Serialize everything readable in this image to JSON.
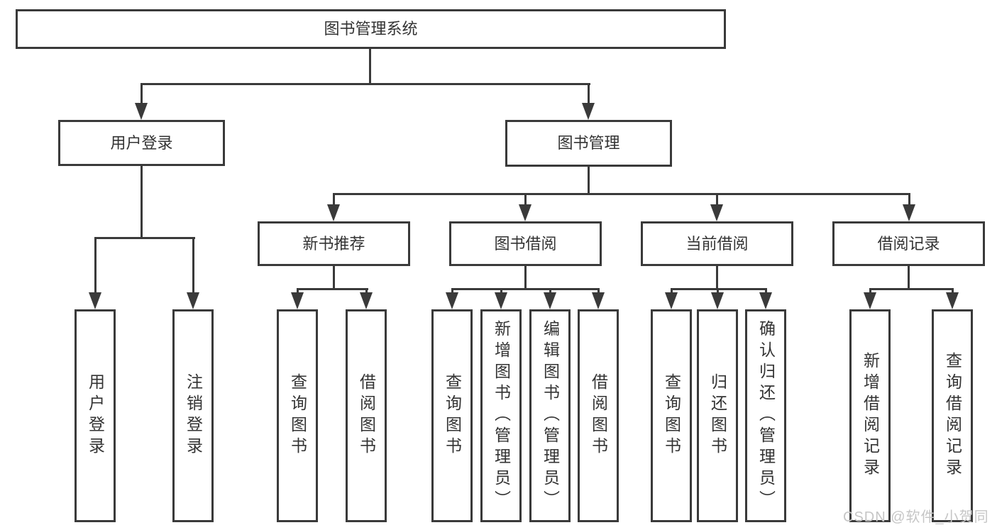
{
  "diagram": {
    "root": {
      "label": "图书管理系统",
      "children": [
        {
          "label": "用户登录",
          "children": [
            {
              "label": "用户登录"
            },
            {
              "label": "注销登录"
            }
          ]
        },
        {
          "label": "图书管理",
          "children": [
            {
              "label": "新书推荐",
              "children": [
                {
                  "label": "查询图书"
                },
                {
                  "label": "借阅图书"
                }
              ]
            },
            {
              "label": "图书借阅",
              "children": [
                {
                  "label": "查询图书"
                },
                {
                  "label": "新增图书（管理员）"
                },
                {
                  "label": "编辑图书（管理员）"
                },
                {
                  "label": "借阅图书"
                }
              ]
            },
            {
              "label": "当前借阅",
              "children": [
                {
                  "label": "查询图书"
                },
                {
                  "label": "归还图书"
                },
                {
                  "label": "确认归还（管理员）"
                }
              ]
            },
            {
              "label": "借阅记录",
              "children": [
                {
                  "label": "新增借阅记录"
                },
                {
                  "label": "查询借阅记录"
                }
              ]
            }
          ]
        }
      ]
    }
  },
  "watermark": {
    "text": "CSDN @软件_小贺同学"
  },
  "colors": {
    "background": "#ffffff",
    "line": "#3a3a3a",
    "text": "#333333",
    "watermark": "#c6c6c6"
  }
}
